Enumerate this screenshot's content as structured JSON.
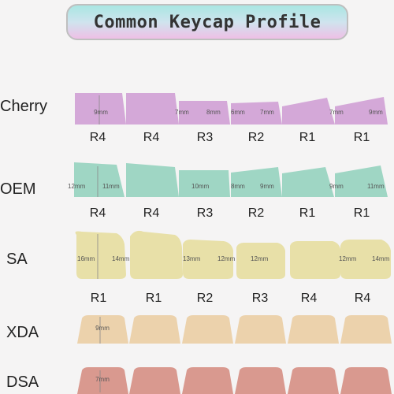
{
  "title": "Common Keycap Profile",
  "colors": {
    "cherry": "#d4a8d8",
    "oem": "#9fd6c4",
    "sa": "#e8e0a8",
    "xda": "#ecd2ac",
    "dsa": "#d9998f"
  },
  "profiles": [
    {
      "name": "Cherry",
      "rows": [
        "R4",
        "R4",
        "R3",
        "R2",
        "R1",
        "R1"
      ],
      "dims": [
        [
          "9mm",
          ""
        ],
        [
          "",
          ""
        ],
        [
          "7mm",
          "8mm"
        ],
        [
          "6mm",
          "7mm"
        ],
        [
          "",
          ""
        ],
        [
          "7mm",
          "9mm"
        ]
      ]
    },
    {
      "name": "OEM",
      "rows": [
        "R4",
        "R4",
        "R3",
        "R2",
        "R1",
        "R1"
      ],
      "dims": [
        [
          "12mm",
          "11mm"
        ],
        [
          "",
          ""
        ],
        [
          "10mm",
          ""
        ],
        [
          "8mm",
          "9mm"
        ],
        [
          "",
          ""
        ],
        [
          "9mm",
          "11mm"
        ]
      ]
    },
    {
      "name": "SA",
      "rows": [
        "R1",
        "R1",
        "R2",
        "R3",
        "R4",
        "R4"
      ],
      "dims": [
        [
          "16mm",
          "14mm"
        ],
        [
          "",
          ""
        ],
        [
          "13mm",
          "12mm"
        ],
        [
          "12mm",
          ""
        ],
        [
          "",
          ""
        ],
        [
          "12mm",
          "14mm"
        ]
      ]
    },
    {
      "name": "XDA",
      "rows": [],
      "dims": [
        [
          "9mm",
          ""
        ],
        [
          "",
          ""
        ],
        [
          "",
          ""
        ],
        [
          "",
          ""
        ],
        [
          "",
          ""
        ],
        [
          "",
          ""
        ]
      ]
    },
    {
      "name": "DSA",
      "rows": [],
      "dims": [
        [
          "7mm",
          ""
        ],
        [
          "",
          ""
        ],
        [
          "",
          ""
        ],
        [
          "",
          ""
        ],
        [
          "",
          ""
        ],
        [
          "",
          ""
        ]
      ]
    }
  ]
}
